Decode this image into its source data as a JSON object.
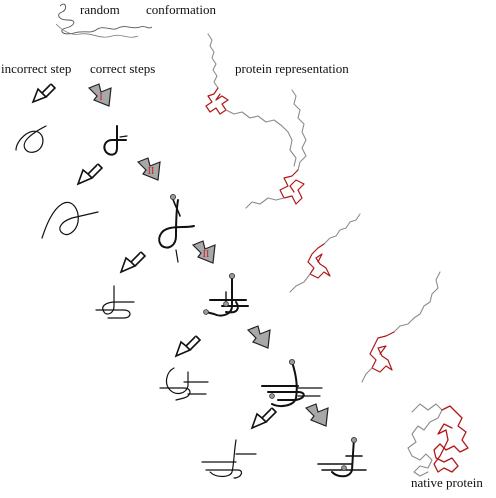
{
  "labels": {
    "random": "random",
    "conformation": "conformation",
    "incorrect_step": "incorrect step",
    "correct_steps": "correct steps",
    "protein_representation": "protein representation",
    "native_protein": "native protein"
  },
  "step_marks": {
    "first": "I",
    "second": "II",
    "third": "II"
  },
  "colors": {
    "ink": "#111111",
    "arrow_fill": "#a8a8a8",
    "backbone_gray": "#8c8c8c",
    "knot_red": "#b01818",
    "mark_red": "#c02020"
  }
}
